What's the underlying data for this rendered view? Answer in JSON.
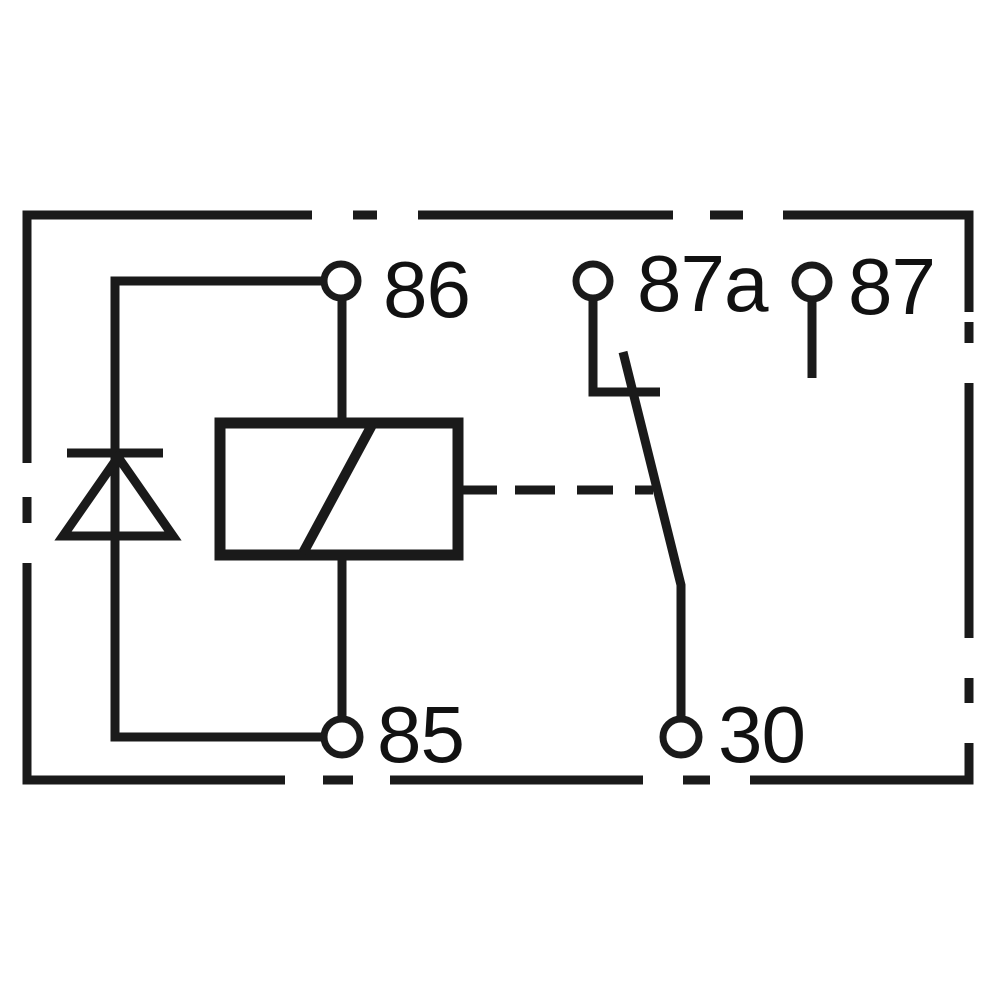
{
  "diagram": {
    "type": "relay-wiring-diagram",
    "background_color": "#ffffff",
    "line_color": "#1a1a1a",
    "terminals": {
      "t86": "86",
      "t87a": "87a",
      "t87": "87",
      "t85": "85",
      "t30": "30"
    },
    "components": [
      "case-outline-dashed",
      "relay-coil",
      "suppression-diode",
      "changeover-contact-arm",
      "actuation-link-dashed"
    ]
  }
}
